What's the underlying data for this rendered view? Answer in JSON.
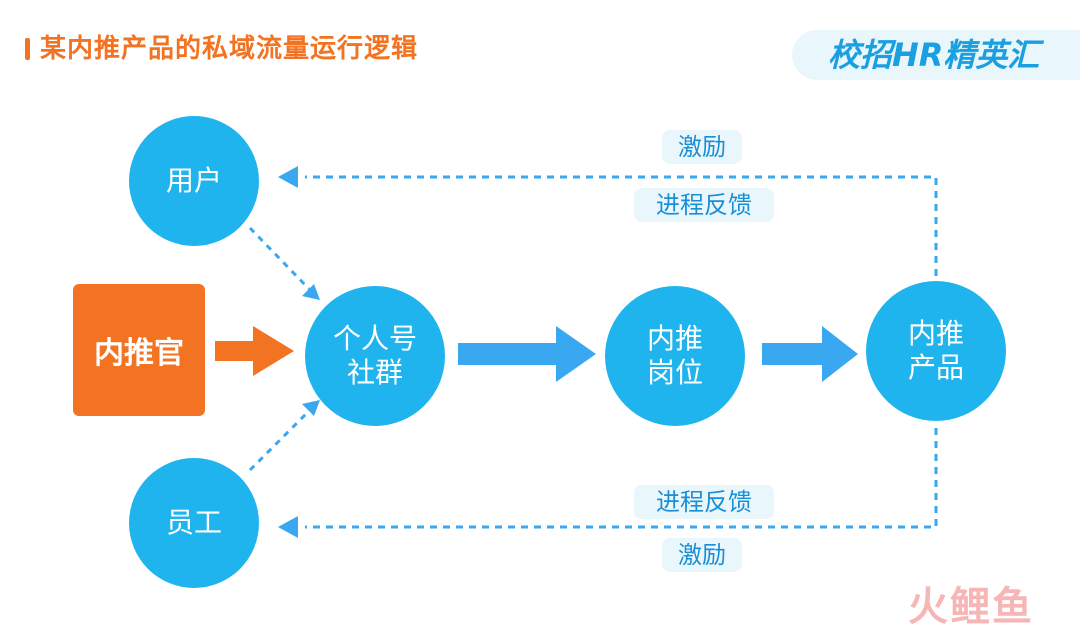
{
  "title": "某内推产品的私域流量运行逻辑",
  "brand": "校招HR精英汇",
  "nodes": {
    "user": "用户",
    "employee": "员工",
    "referrer": "内推官",
    "community": "个人号\n社群",
    "job": "内推\n岗位",
    "product": "内推\n产品"
  },
  "feedback_top": {
    "incentive": "激励",
    "progress": "进程反馈"
  },
  "feedback_bottom": {
    "progress": "进程反馈",
    "incentive": "激励"
  },
  "watermark": "火鲤鱼",
  "colors": {
    "orange": "#f27321",
    "circle_blue": "#1fb4ee",
    "arrow_blue": "#3aa8f0",
    "label_bg": "#e9f7fd"
  }
}
